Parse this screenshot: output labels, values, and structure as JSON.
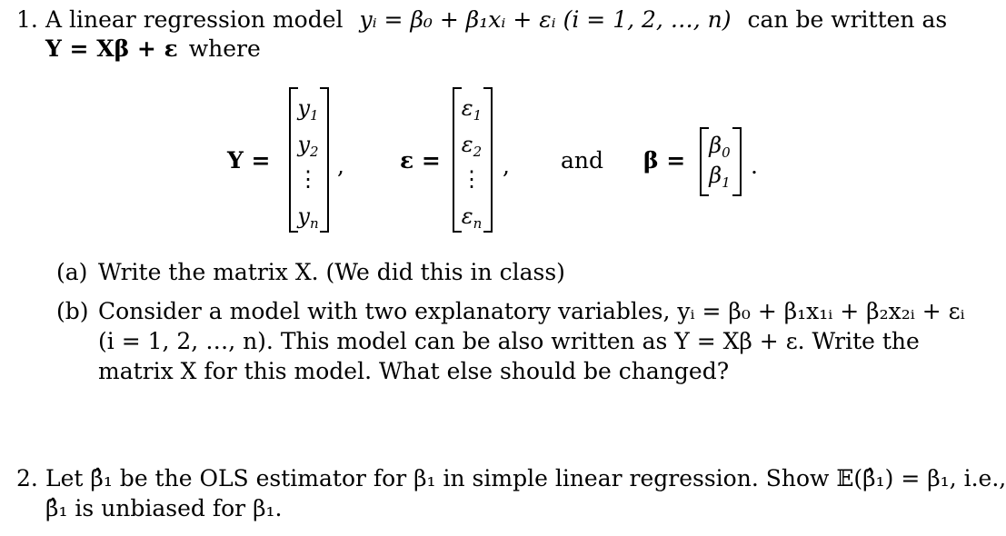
{
  "problems": [
    {
      "number": "1.",
      "line1": {
        "prefix": "A linear regression model",
        "equation": "yᵢ = β₀ + β₁xᵢ + εᵢ (i = 1, 2, …, n)",
        "suffix": "can be written as"
      },
      "line2": {
        "equation": "Y = Xβ + ε",
        "suffix": "where"
      },
      "matrices": {
        "Y": {
          "label": "Y =",
          "entries": [
            "y1",
            "y2",
            "⋮",
            "yn"
          ],
          "after": ","
        },
        "epsilon": {
          "label": "ε =",
          "entries": [
            "ε1",
            "ε2",
            "⋮",
            "εn"
          ],
          "after": ","
        },
        "conj": "and",
        "beta": {
          "label": "β =",
          "entries": [
            "β0",
            "β1"
          ],
          "after": "."
        }
      },
      "parts": [
        {
          "label": "(a)",
          "lines": [
            "Write the matrix X. (We did this in class)"
          ]
        },
        {
          "label": "(b)",
          "lines": [
            "Consider a model with two explanatory variables, yᵢ = β₀ + β₁x₁ᵢ + β₂x₂ᵢ + εᵢ",
            "(i = 1, 2, …, n). This model can be also written as Y = Xβ + ε. Write the",
            "matrix X for this model. What else should be changed?"
          ]
        }
      ]
    },
    {
      "number": "2.",
      "lines": [
        "Let β̂₁ be the OLS estimator for β₁ in simple linear regression. Show 𝔼(β̂₁) = β₁, i.e.,",
        "β̂₁ is unbiased for β₁."
      ]
    }
  ]
}
